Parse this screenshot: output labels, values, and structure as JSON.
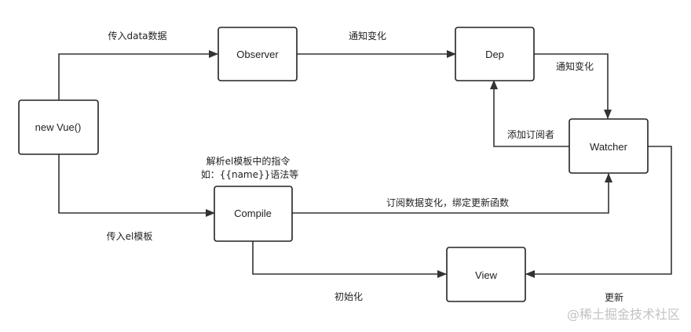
{
  "nodes": {
    "new_vue": "new Vue()",
    "observer": "Observer",
    "dep": "Dep",
    "watcher": "Watcher",
    "compile": "Compile",
    "view": "View"
  },
  "edges": {
    "pass_data": "传入data数据",
    "notify_change_1": "通知变化",
    "notify_change_2": "通知变化",
    "add_subscriber": "添加订阅者",
    "pass_el_template": "传入el模板",
    "parse_directives_line1": "解析el模板中的指令",
    "parse_directives_line2": "如：{{name}}语法等",
    "subscribe_data_change": "订阅数据变化，绑定更新函数",
    "initialize": "初始化",
    "update": "更新"
  },
  "watermark": "@稀土掘金技术社区"
}
